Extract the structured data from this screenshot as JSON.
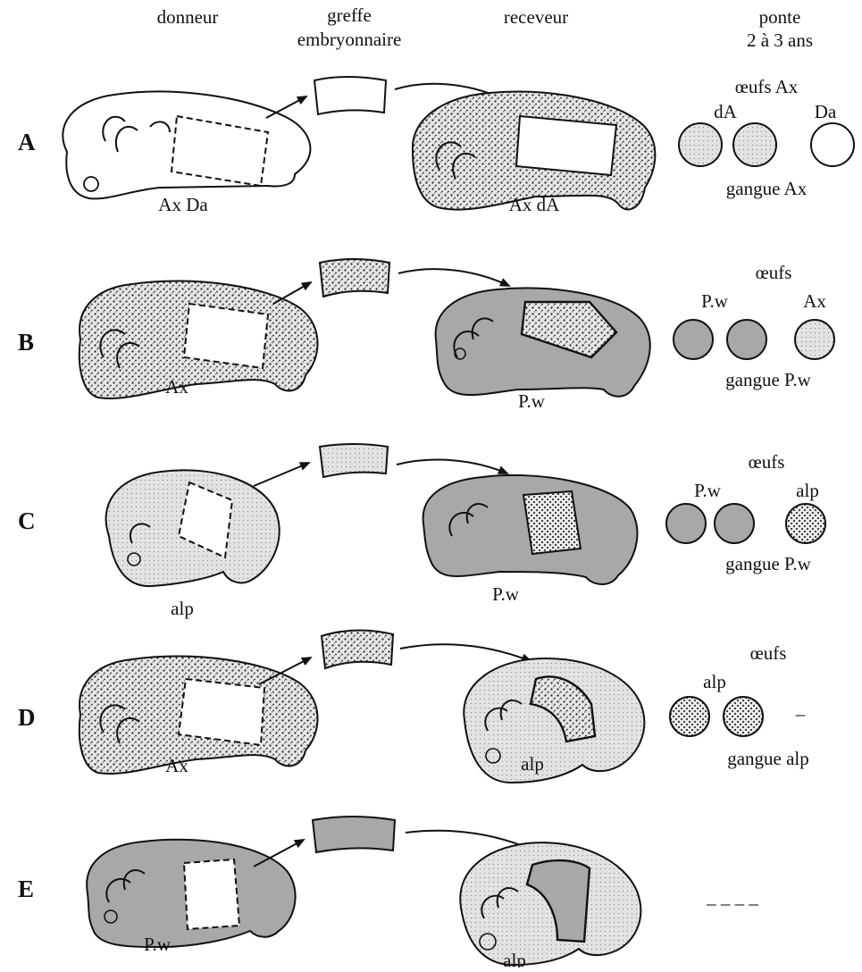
{
  "headers": {
    "donor": "donneur",
    "graft_line1": "greffe",
    "graft_line2": "embryonnaire",
    "recipient": "receveur",
    "laying_line1": "ponte",
    "laying_line2": "2 à 3 ans"
  },
  "rows": [
    {
      "letter": "A",
      "donor_label": "Ax Da",
      "recipient_label": "Ax dA",
      "eggs_title": "œufs Ax",
      "eggs_left_label": "dA",
      "eggs_right_label": "Da",
      "jelly": "gangue Ax",
      "dash": ""
    },
    {
      "letter": "B",
      "donor_label": "Ax",
      "recipient_label": "P.w",
      "eggs_title": "œufs",
      "eggs_left_label": "P.w",
      "eggs_right_label": "Ax",
      "jelly": "gangue P.w",
      "dash": ""
    },
    {
      "letter": "C",
      "donor_label": "alp",
      "recipient_label": "P.w",
      "eggs_title": "œufs",
      "eggs_left_label": "P.w",
      "eggs_right_label": "alp",
      "jelly": "gangue P.w",
      "dash": ""
    },
    {
      "letter": "D",
      "donor_label": "Ax",
      "recipient_label": "alp",
      "eggs_title": "œufs",
      "eggs_left_label": "alp",
      "eggs_right_label": "",
      "jelly": "gangue alp",
      "dash": "–"
    },
    {
      "letter": "E",
      "donor_label": "P.w",
      "recipient_label": "alp",
      "eggs_title": "",
      "eggs_left_label": "",
      "eggs_right_label": "",
      "jelly": "",
      "dash": "– – – –"
    }
  ],
  "colors": {
    "ink": "#111111",
    "speckled_fill": "#d6d6d6",
    "gray_fill": "#a4a4a4",
    "light_dot_fill": "#dedede",
    "white_fill": "#ffffff"
  }
}
